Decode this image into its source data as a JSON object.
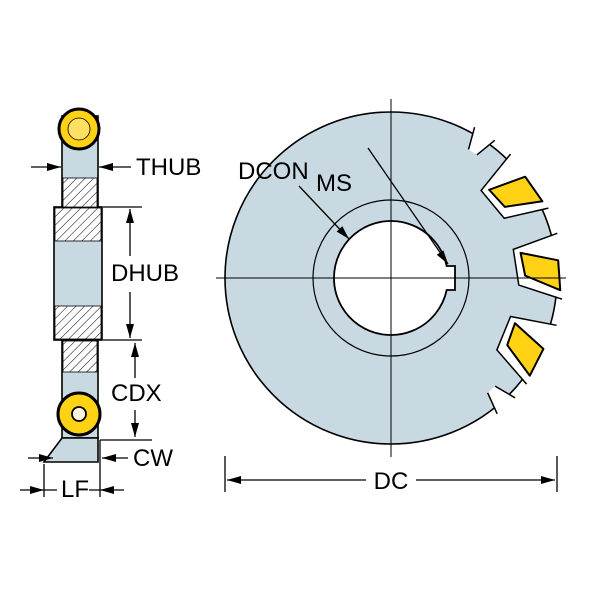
{
  "labels": {
    "thub": "THUB",
    "dhub": "DHUB",
    "cdx": "CDX",
    "cw": "CW",
    "lf": "LF",
    "dcon": "DCON",
    "ms": "MS",
    "dc": "DC"
  },
  "colors": {
    "body": "#c8d9e2",
    "insert": "#ffd215",
    "insert_inner": "#ffe063",
    "insert_hole": "#fcf7dc",
    "outline": "#000000",
    "background": "#ffffff"
  }
}
